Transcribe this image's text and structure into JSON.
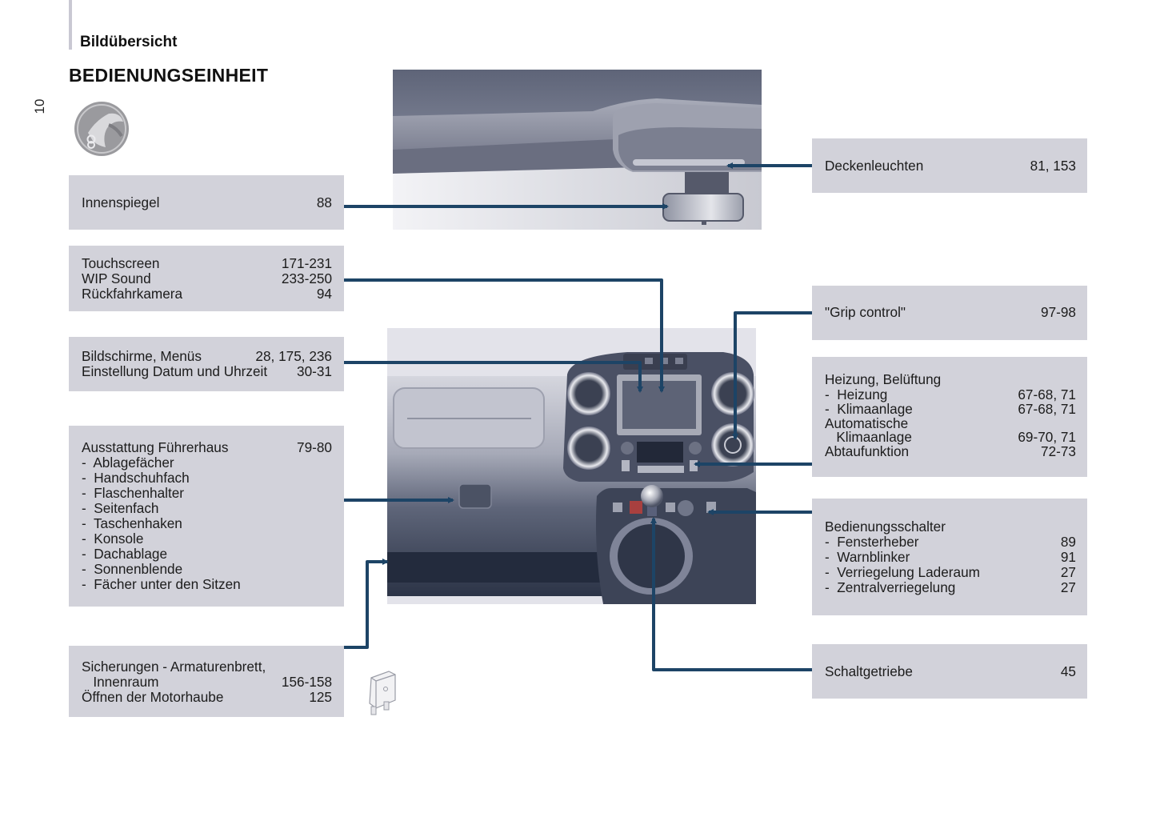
{
  "header": {
    "section_label": "Bildübersicht",
    "title": "BEDIENUNGSEINHEIT",
    "page_number": "10",
    "topic_icon": "steering-wheel-hand-icon"
  },
  "colors": {
    "callout_line": "#1d4466",
    "box_background": "#d2d2da",
    "side_rule": "#c9c8d3"
  },
  "left_callouts": [
    {
      "id": "innenspiegel",
      "rows": [
        {
          "label": "Innenspiegel",
          "page": "88"
        }
      ]
    },
    {
      "id": "touchscreen",
      "rows": [
        {
          "label": "Touchscreen",
          "page": "171-231"
        },
        {
          "label": "WIP Sound",
          "page": "233-250"
        },
        {
          "label": "Rückfahrkamera",
          "page": "94"
        }
      ]
    },
    {
      "id": "bildschirme",
      "rows": [
        {
          "label": "Bildschirme, Menüs",
          "page": "28, 175, 236"
        },
        {
          "label": "Einstellung Datum und Uhrzeit",
          "page": "30-31"
        }
      ]
    },
    {
      "id": "ausstattung",
      "rows": [
        {
          "label": "Ausstattung Führerhaus",
          "page": "79-80"
        },
        {
          "label": "-  Ablagefächer",
          "page": ""
        },
        {
          "label": "-  Handschuhfach",
          "page": ""
        },
        {
          "label": "-  Flaschenhalter",
          "page": ""
        },
        {
          "label": "-  Seitenfach",
          "page": ""
        },
        {
          "label": "-  Taschenhaken",
          "page": ""
        },
        {
          "label": "-  Konsole",
          "page": ""
        },
        {
          "label": "-  Dachablage",
          "page": ""
        },
        {
          "label": "-  Sonnenblende",
          "page": ""
        },
        {
          "label": "-  Fächer unter den Sitzen",
          "page": ""
        }
      ]
    },
    {
      "id": "sicherungen",
      "rows": [
        {
          "label": "Sicherungen - Armaturenbrett,",
          "page": ""
        },
        {
          "label": "   Innenraum",
          "page": "156-158"
        },
        {
          "label": "Öffnen der Motorhaube",
          "page": "125"
        }
      ]
    }
  ],
  "right_callouts": [
    {
      "id": "deckenleuchten",
      "rows": [
        {
          "label": "Deckenleuchten",
          "page": "81, 153"
        }
      ]
    },
    {
      "id": "grip-control",
      "rows": [
        {
          "label": "\"Grip control\"",
          "page": "97-98"
        }
      ]
    },
    {
      "id": "heizung",
      "rows": [
        {
          "label": "Heizung, Belüftung",
          "page": ""
        },
        {
          "label": "-  Heizung",
          "page": "67-68, 71"
        },
        {
          "label": "-  Klimaanlage",
          "page": "67-68, 71"
        },
        {
          "label": "Automatische",
          "page": ""
        },
        {
          "label": "   Klimaanlage",
          "page": "69-70, 71"
        },
        {
          "label": "Abtaufunktion",
          "page": "72-73"
        }
      ]
    },
    {
      "id": "bedienungsschalter",
      "rows": [
        {
          "label": "Bedienungsschalter",
          "page": ""
        },
        {
          "label": "-  Fensterheber",
          "page": "89"
        },
        {
          "label": "-  Warnblinker",
          "page": "91"
        },
        {
          "label": "-  Verriegelung Laderaum",
          "page": "27"
        },
        {
          "label": "-  Zentralverriegelung",
          "page": "27"
        }
      ]
    },
    {
      "id": "schaltgetriebe",
      "rows": [
        {
          "label": "Schaltgetriebe",
          "page": "45"
        }
      ]
    }
  ],
  "illustrations": {
    "top": "interior-mirror-and-ceiling-light-illustration",
    "main": "dashboard-center-console-illustration",
    "fuse": "fuse-icon"
  }
}
